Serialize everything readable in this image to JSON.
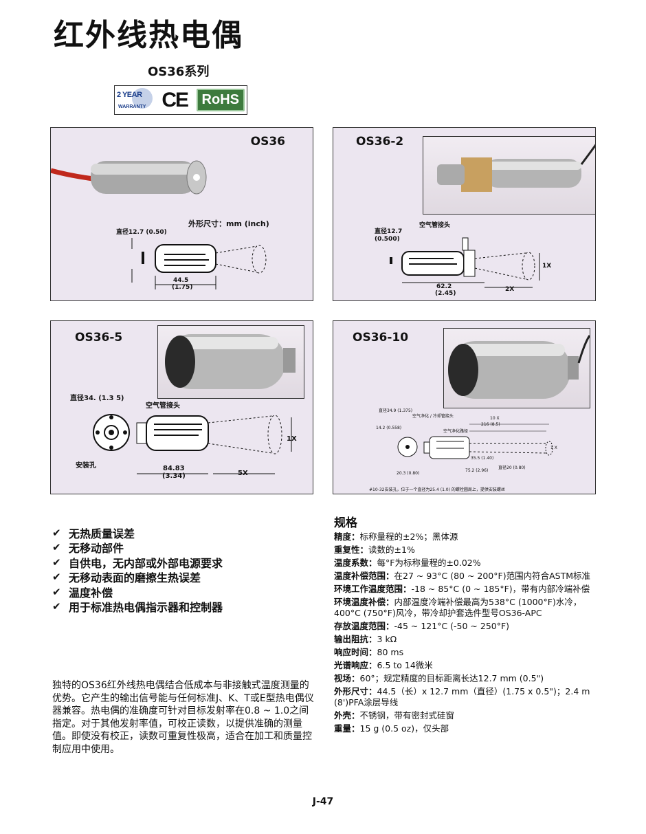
{
  "header": {
    "title": "红外线热电偶",
    "series": "OS36系列"
  },
  "badges": {
    "warranty_top": "2 YEAR",
    "warranty_bottom": "WARRANTY",
    "ce": "CE",
    "rohs": "RoHS"
  },
  "panels": {
    "os36": {
      "title": "OS36",
      "dim_note": "外形尺寸：mm (inch)",
      "diameter": "直径12.7 (0.50)",
      "length": "44.5",
      "length_in": "(1.75)"
    },
    "os36_2": {
      "title": "OS36-2",
      "diameter": "直径12.7",
      "diameter_in": "(0.500)",
      "air": "空气管接头",
      "length": "62.2",
      "length_in": "(2.45)",
      "dist": "2X",
      "spot": "1X"
    },
    "os36_5": {
      "title": "OS36-5",
      "diameter": "直径34. (1.3 5)",
      "air": "空气管接头",
      "mount": "安装孔",
      "length": "84.83",
      "length_in": "(3.34)",
      "dist": "5X",
      "spot": "1X"
    },
    "os36_10": {
      "title": "OS36-10",
      "diameter": "直径34.9 (1.375)",
      "purge": "空气净化 / 冷却管接头",
      "purge_path": "空气净化路径",
      "d1": "14.2 (0.558)",
      "dist": "10 X",
      "d2": "216 (8.5)",
      "spot": "1 X",
      "d3": "35.5 (1.40)",
      "d4": "20.3 (0.80)",
      "d5": "75.2 (2.96)",
      "d6": "直径20 (0.80)",
      "footnote": "#10-32安装孔，位于一个直径为25.4 (1.0) 的螺栓圆周上，提供安装螺丝"
    }
  },
  "features": [
    "无热质量误差",
    "无移动部件",
    "自供电，无内部或外部电源要求",
    "无移动表面的磨擦生热误差",
    "温度补偿",
    "用于标准热电偶指示器和控制器"
  ],
  "description": "独特的OS36红外线热电偶结合低成本与非接触式温度测量的优势。它产生的输出信号能与任何标准J、K、T或E型热电偶仪器兼容。热电偶的准确度可针对目标发射率在0.8 ~ 1.0之间指定。对于其他发射率值，可校正读数，以提供准确的测量值。即使没有校正，读数可重复性极高，适合在加工和质量控制应用中使用。",
  "spec": {
    "heading": "规格",
    "rows": [
      {
        "k": "精度：",
        "v": "标称量程的±2%；黑体源"
      },
      {
        "k": "重复性：",
        "v": "读数的±1%"
      },
      {
        "k": "温度系数：",
        "v": "每°F为标称量程的±0.02%"
      },
      {
        "k": "温度补偿范围：",
        "v": "在27 ~ 93°C (80 ~ 200°F)范围内符合ASTM标准"
      },
      {
        "k": "环境工作温度范围：",
        "v": "-18 ~ 85°C (0 ~ 185°F)，带有内部冷端补偿"
      },
      {
        "k": "环境温度补偿：",
        "v": "内部温度冷端补偿最高为538°C (1000°F)水冷，400°C (750°F)风冷，带冷却护套选件型号OS36-APC"
      },
      {
        "k": "存放温度范围：",
        "v": "-45 ~ 121°C (-50 ~ 250°F)"
      },
      {
        "k": "输出阻抗：",
        "v": "3 kΩ"
      },
      {
        "k": "响应时间：",
        "v": "80 ms"
      },
      {
        "k": "光谱响应：",
        "v": "6.5 to 14微米"
      },
      {
        "k": "视场：",
        "v": "60°；规定精度的目标距离长达12.7 mm (0.5\")"
      },
      {
        "k": "外形尺寸：",
        "v": "44.5（长）x 12.7 mm（直径）(1.75 x 0.5\")；2.4 m (8')PFA涂层导线"
      },
      {
        "k": "外壳：",
        "v": "不锈钢，带有密封式硅窗"
      },
      {
        "k": "重量：",
        "v": "15 g (0.5 oz)，仅头部"
      }
    ]
  },
  "page_number": "J-47"
}
